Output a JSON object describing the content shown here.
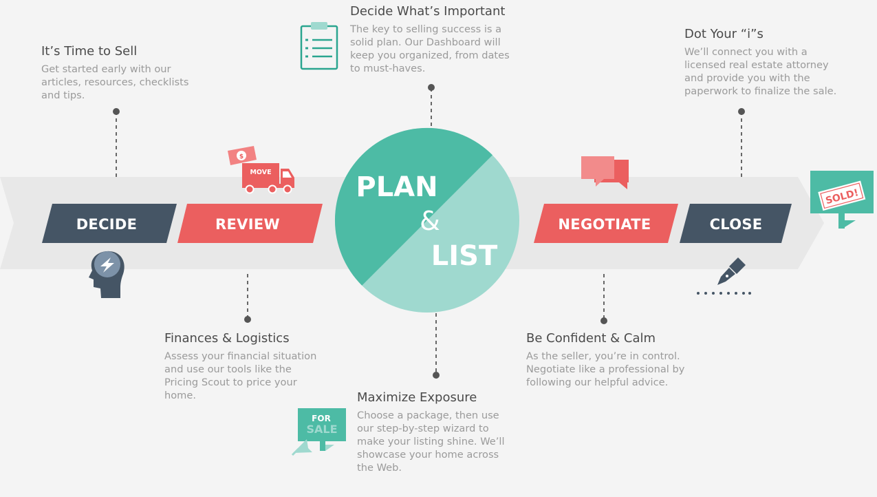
{
  "colors": {
    "dark": "#455565",
    "red": "#eb5f5f",
    "teal": "#4dbba5",
    "teal_light": "#9fd9cf",
    "band": "#e8e8e8",
    "background": "#f4f4f4"
  },
  "stages": [
    {
      "label": "DECIDE"
    },
    {
      "label": "REVIEW"
    },
    {
      "label": "NEGOTIATE"
    },
    {
      "label": "CLOSE"
    }
  ],
  "center": {
    "line1": "PLAN",
    "amp": "&",
    "line2": "LIST"
  },
  "steps": [
    {
      "title": "It’s Time to Sell",
      "body": "Get started early with our\narticles, resources, checklists\nand tips."
    },
    {
      "title": "Decide What’s Important",
      "body": "The key to selling success is a\nsolid plan. Our Dashboard will\nkeep you organized, from dates\nto must-haves."
    },
    {
      "title": "Dot Your “i”s",
      "body": "We’ll connect you with a\nlicensed real estate attorney\nand provide you with the\npaperwork to finalize the sale."
    },
    {
      "title": "Finances & Logistics",
      "body": "Assess your financial situation\nand use our tools like the\nPricing Scout to price your\nhome."
    },
    {
      "title": "Maximize Exposure",
      "body": "Choose a package, then use\nour step-by-step wizard to\nmake your listing shine. We’ll\nshowcase your home across\nthe Web."
    },
    {
      "title": "Be Confident & Calm",
      "body": "As the seller, you’re in control.\nNegotiate like a professional by\nfollowing our helpful advice."
    }
  ],
  "icons": {
    "truck_text": "MOVE",
    "money_text": "$",
    "for_sale_line1": "FOR",
    "for_sale_line2": "SALE",
    "sold_text": "SOLD!",
    "names": [
      "head-lightning-icon",
      "moving-truck-icon",
      "clipboard-icon",
      "speech-bubbles-icon",
      "fountain-pen-icon",
      "for-sale-sign-icon",
      "sold-sign-icon"
    ]
  }
}
